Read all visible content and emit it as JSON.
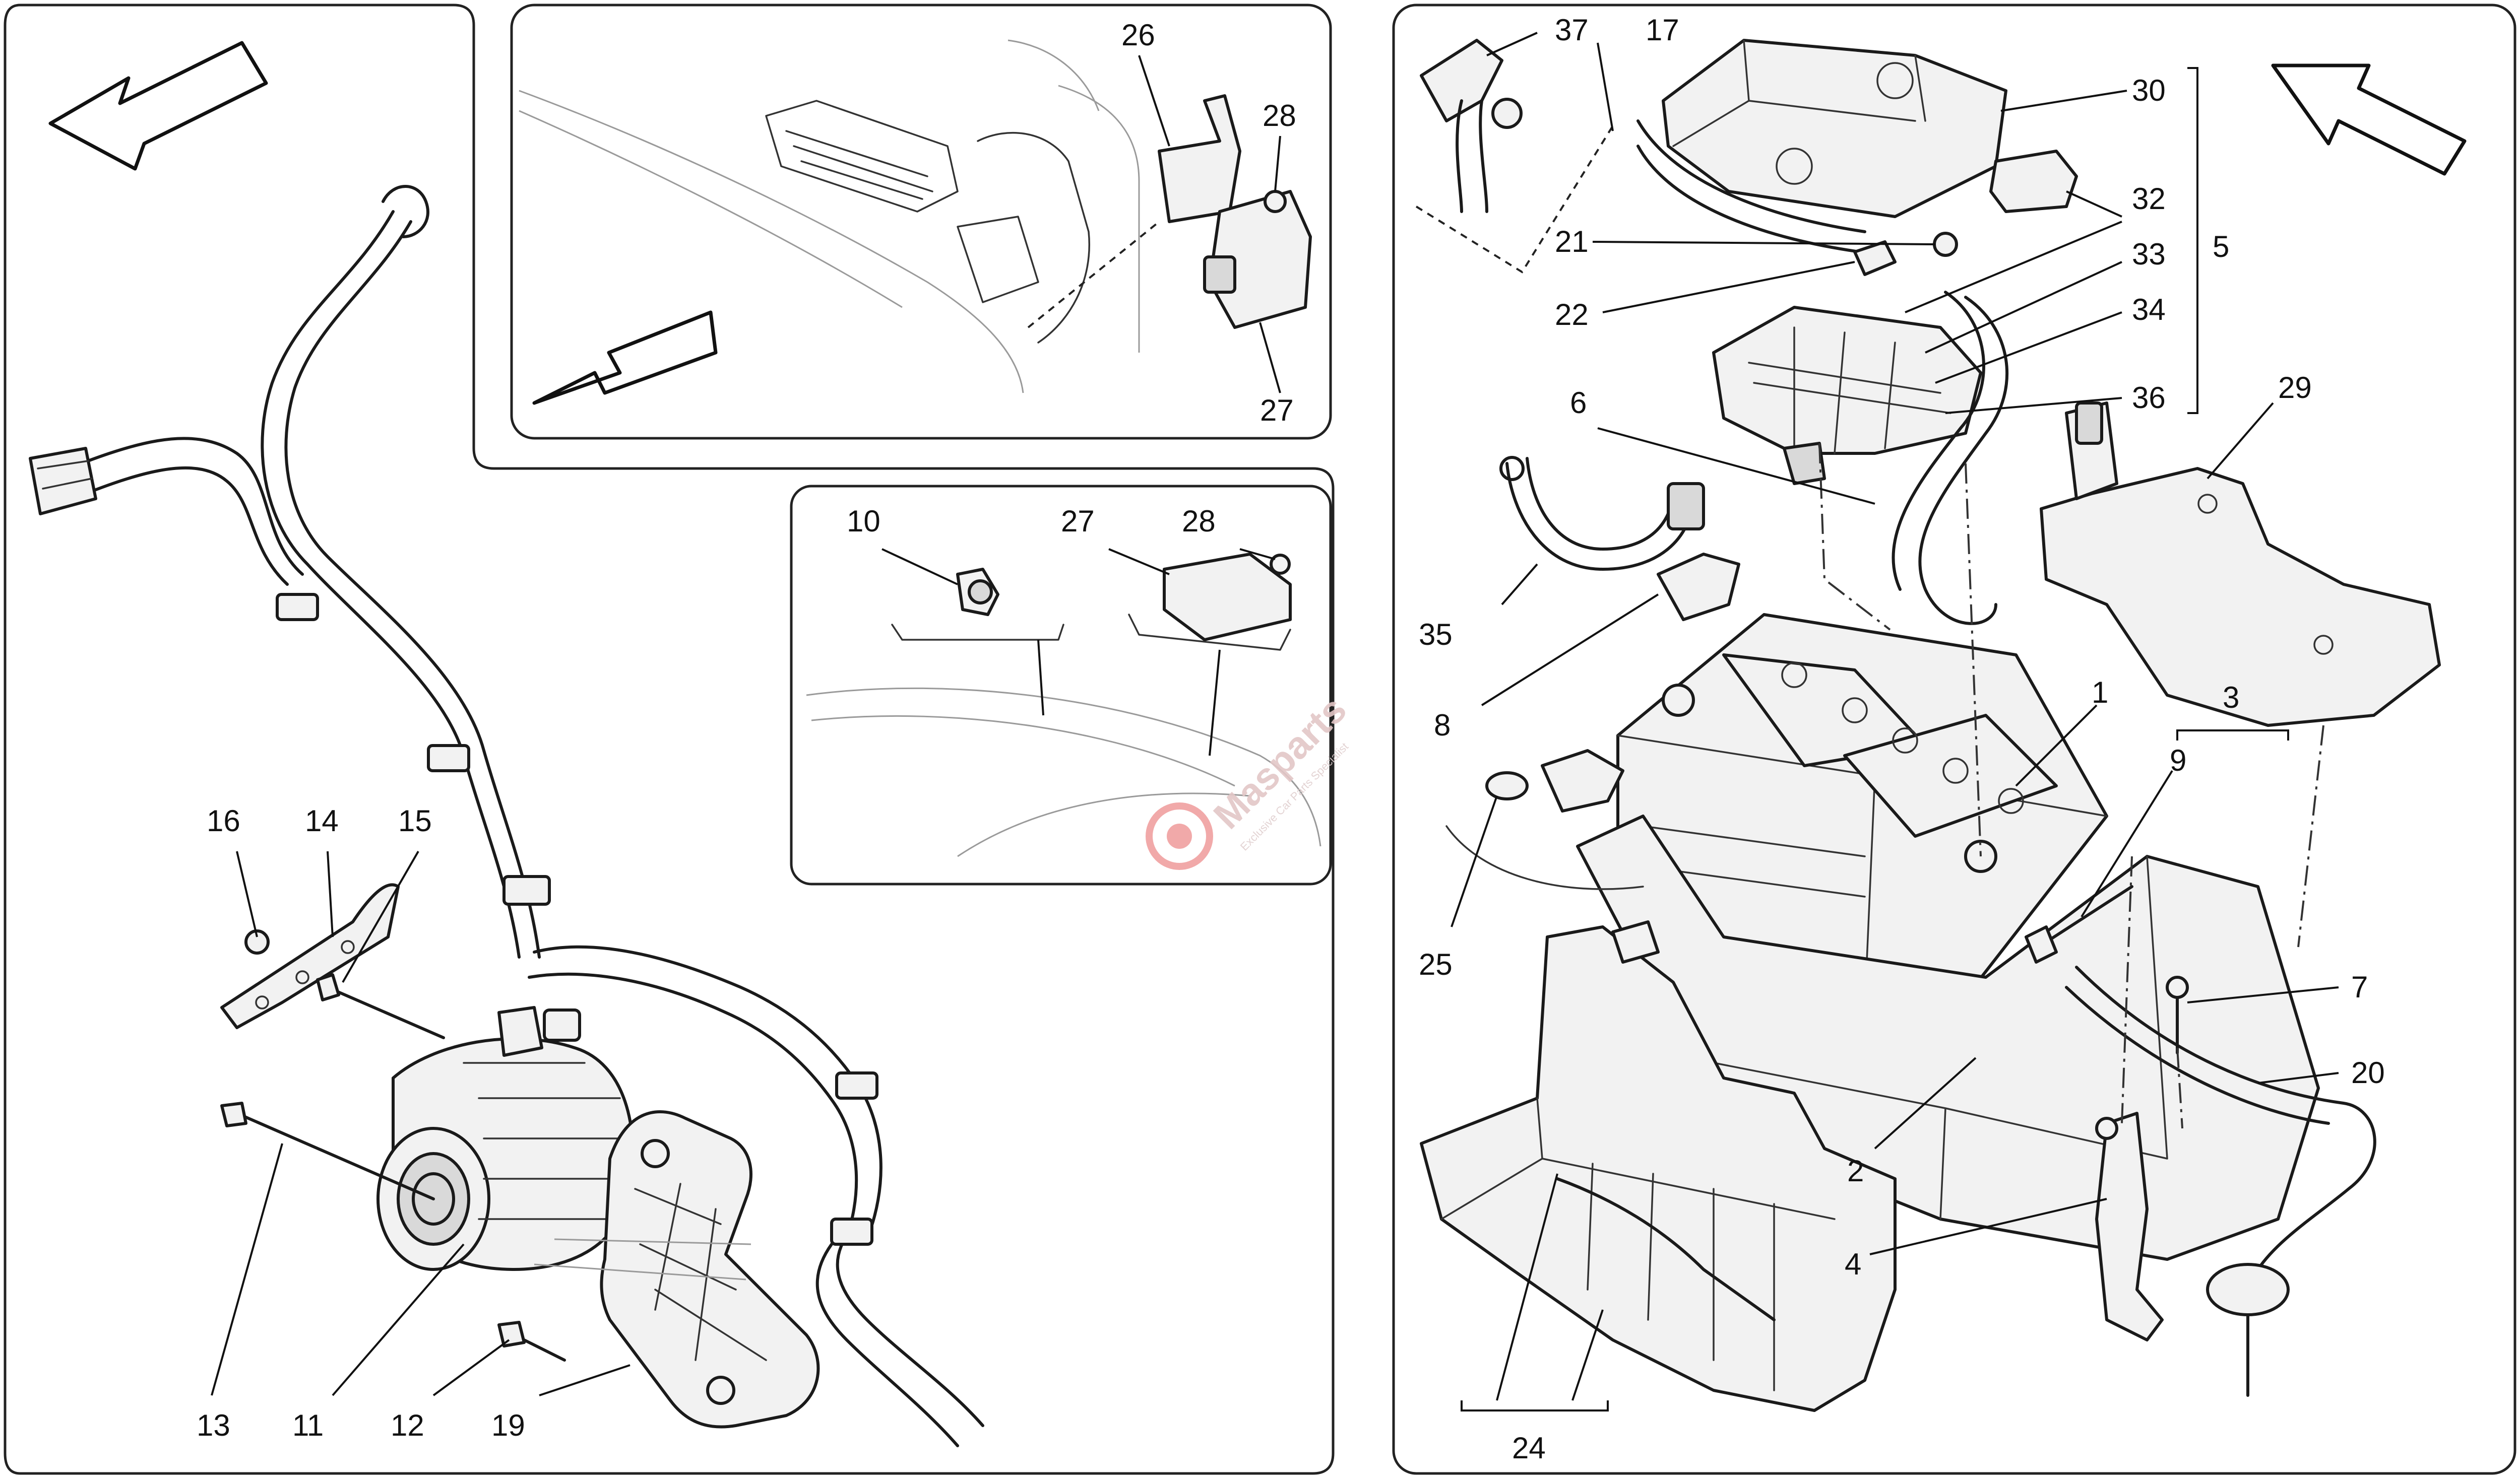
{
  "callouts": {
    "p1": [
      "16",
      "14",
      "15",
      "13",
      "11",
      "12",
      "19"
    ],
    "p2": [
      "26",
      "28",
      "27"
    ],
    "p3": [
      "10",
      "27",
      "28"
    ],
    "p4": [
      "37",
      "17",
      "30",
      "5",
      "32",
      "33",
      "34",
      "36",
      "21",
      "22",
      "6",
      "29",
      "35",
      "8",
      "1",
      "3",
      "9",
      "25",
      "7",
      "20",
      "2",
      "4",
      "24"
    ]
  },
  "watermark": {
    "brand": "Masparts",
    "tagline": "Exclusive Car Parts Specialist"
  },
  "colors": {
    "line": "#1a1a1a",
    "watermark": "#e3c7c7",
    "watermark_logo": "#f0a0a0"
  }
}
